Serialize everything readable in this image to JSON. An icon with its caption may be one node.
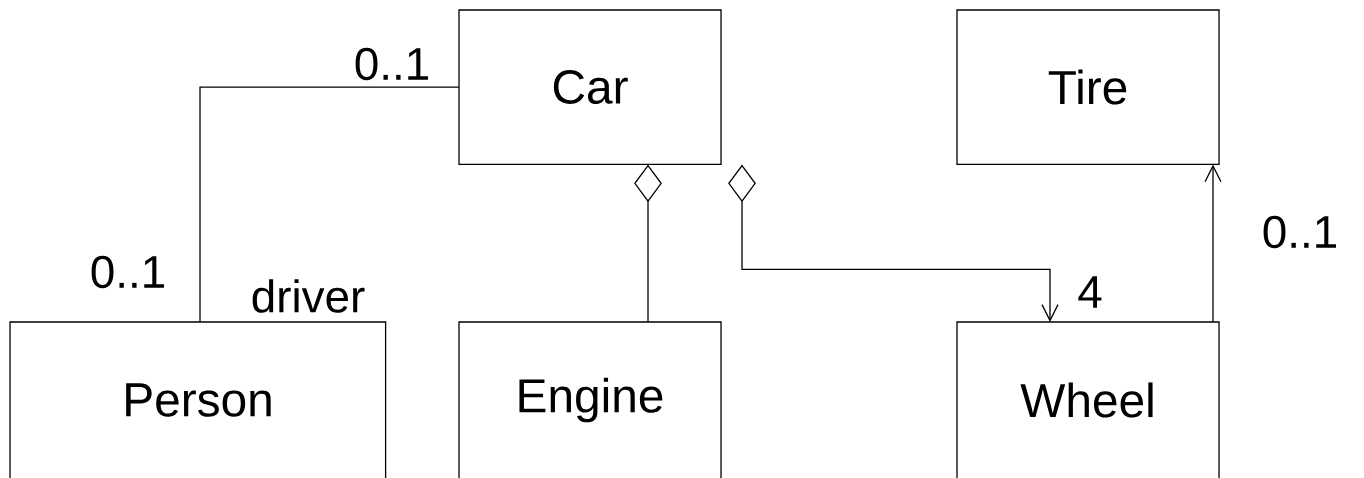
{
  "diagram": {
    "nodes": [
      {
        "text": [
          "Car"
        ]
      },
      {
        "text": [
          "Tire"
        ]
      },
      {
        "text": [
          "Person"
        ]
      },
      {
        "text": [
          "Engine"
        ]
      },
      {
        "text": [
          "Wheel"
        ]
      }
    ],
    "edges": [
      {
        "from": 2,
        "to": 0,
        "arrow": "none"
      },
      {
        "from": 0,
        "to": 3,
        "arrow": "other"
      },
      {
        "from": 0,
        "to": 4,
        "arrow": "to"
      },
      {
        "from": 4,
        "to": 1,
        "arrow": "to"
      }
    ],
    "labels": [
      "0..1",
      "0..1",
      "0..1",
      "driver",
      "4"
    ]
  }
}
